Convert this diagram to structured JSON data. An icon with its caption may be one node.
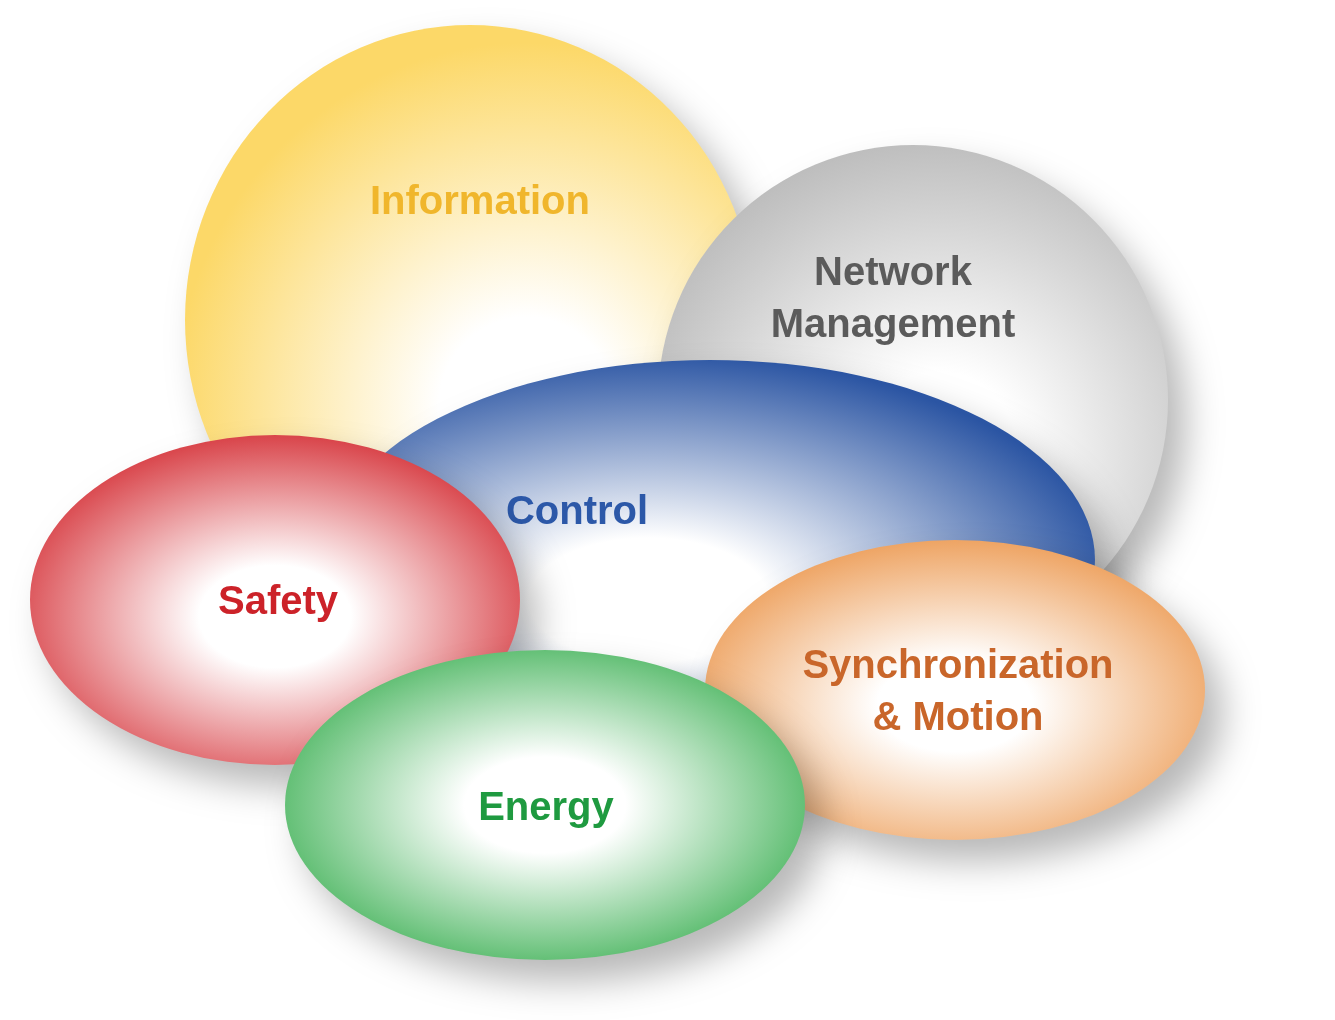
{
  "diagram": {
    "nodes": [
      {
        "text": [
          "Information"
        ]
      },
      {
        "text": [
          "Network Management"
        ]
      },
      {
        "text": [
          "Control"
        ]
      },
      {
        "text": [
          "Safety"
        ]
      },
      {
        "text": [
          "Synchronization & Motion"
        ]
      },
      {
        "text": [
          "Energy"
        ]
      }
    ]
  }
}
